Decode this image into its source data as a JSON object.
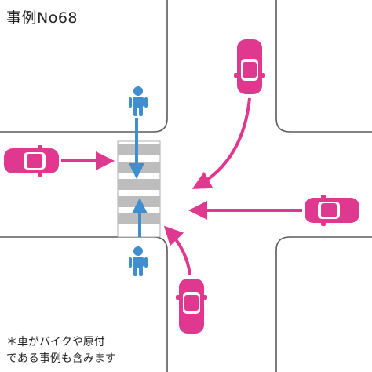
{
  "title": "事例No68",
  "note": {
    "line1": "＊車がバイクや原付",
    "line2": "である事例も含みます"
  },
  "colors": {
    "car": "#e0378f",
    "arrow": "#e0378f",
    "pedestrian": "#3e8ed0",
    "road_edge": "#5a5a5a",
    "crosswalk_stripe": "#bdbdbd"
  },
  "actors": [
    {
      "kind": "car",
      "position": "left",
      "heading": "east"
    },
    {
      "kind": "car",
      "position": "top-right",
      "heading": "south, turning right"
    },
    {
      "kind": "car",
      "position": "right",
      "heading": "west"
    },
    {
      "kind": "car",
      "position": "bottom",
      "heading": "north, turning left"
    },
    {
      "kind": "pedestrian",
      "position": "north of crosswalk",
      "heading": "south"
    },
    {
      "kind": "pedestrian",
      "position": "south of crosswalk",
      "heading": "north"
    }
  ]
}
